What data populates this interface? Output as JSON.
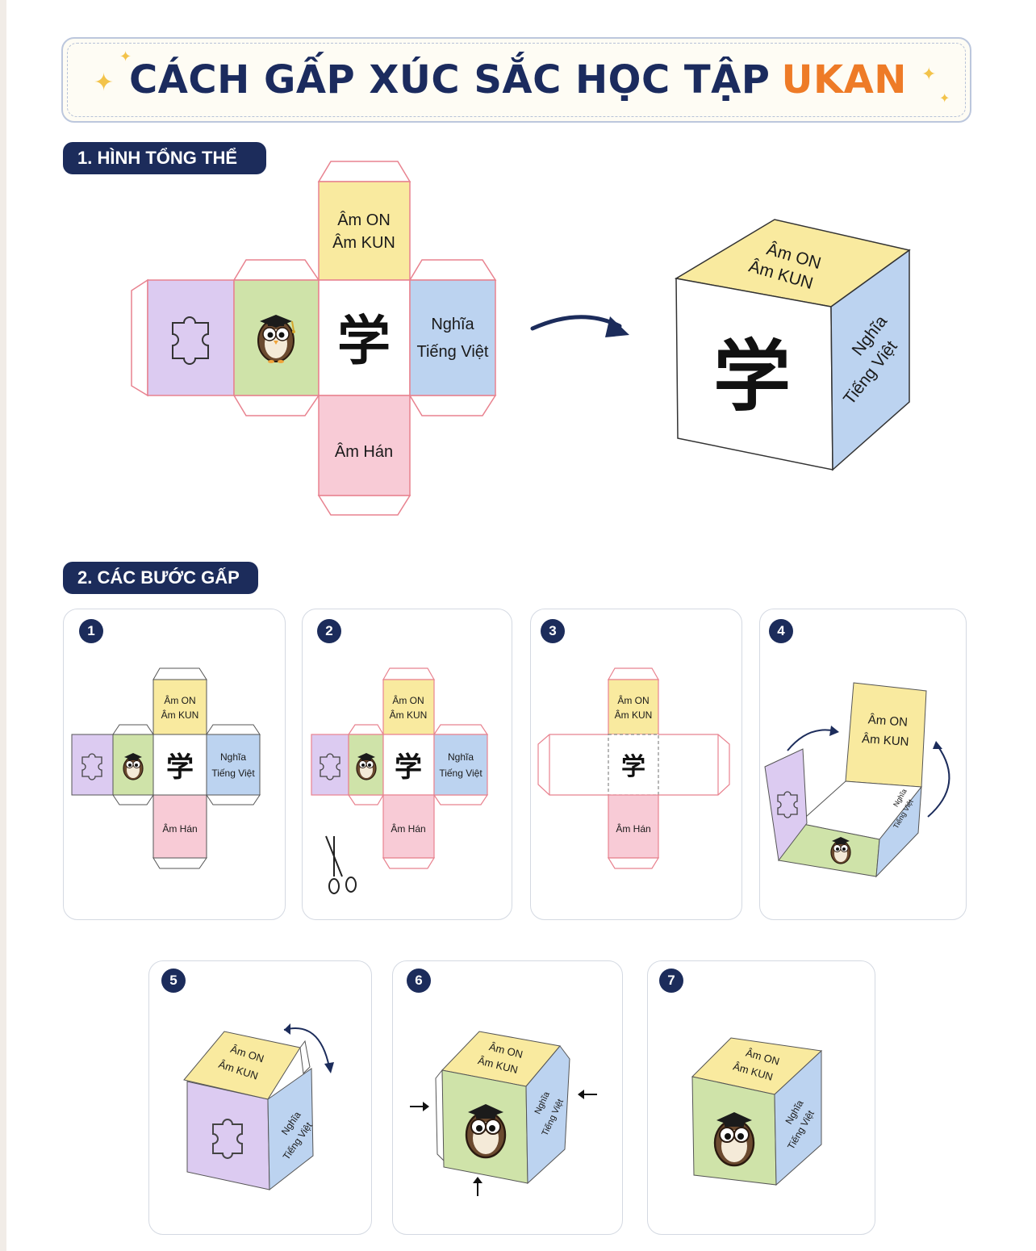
{
  "header": {
    "title_main": "CÁCH GẤP XÚC SẮC HỌC TẬP",
    "title_brand": "UKAN"
  },
  "sections": {
    "overview_label": "1. HÌNH TỔNG THỂ",
    "steps_label": "2. CÁC BƯỚC GẤP"
  },
  "faces": {
    "top_line1": "Âm ON",
    "top_line2": "Âm KUN",
    "right_line1": "Nghĩa",
    "right_line2": "Tiếng Việt",
    "bottom": "Âm Hán",
    "kanji": "学"
  },
  "steps": [
    "1",
    "2",
    "3",
    "4",
    "5",
    "6",
    "7"
  ],
  "colors": {
    "navy": "#1c2c5b",
    "brand_orange": "#ee7b27",
    "face_yellow": "#f9ea9f",
    "face_blue": "#bcd3f0",
    "face_green": "#cfe3a9",
    "face_purple": "#dccbf1",
    "face_pink": "#f8cbd6",
    "tab_outline": "#e8828f"
  }
}
